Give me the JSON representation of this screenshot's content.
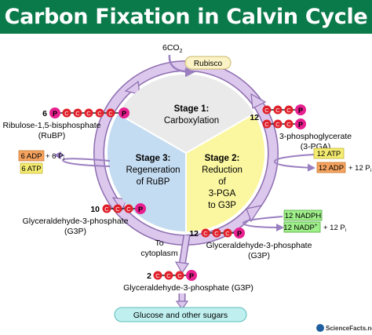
{
  "title": "Carbon Fixation in Calvin Cycle",
  "co2_label": "6CO",
  "co2_subscript": "2",
  "enzyme": "Rubisco",
  "stage1": {
    "heading": "Stage 1:",
    "line1": "Carboxylation"
  },
  "stage2": {
    "heading": "Stage 2:",
    "line1": "Reduction",
    "line2": "of",
    "line3": "3-PGA",
    "line4": "to G3P"
  },
  "stage3": {
    "heading": "Stage 3:",
    "line1": "Regeneration",
    "line2": "of RuBP"
  },
  "phosphate_letter": "P",
  "carbon_letter": "C",
  "rubp": {
    "count": "6",
    "line1": "Ribulose-1,5-bisphosphate",
    "line2": "(RuBP)"
  },
  "pga": {
    "count": "12",
    "line1": "3-phosphoglycerate",
    "line2": "(3-PGA)"
  },
  "atp_stage2": {
    "in_label": "12 ATP",
    "out_label": "12 ADP",
    "plus": "+ 12 P",
    "sub": "i"
  },
  "atp_stage3": {
    "out_label": "6 ADP",
    "plus": "+ 6 P",
    "sub": "i",
    "in_label": "6 ATP"
  },
  "nadph": {
    "in_label": "12 NADPH",
    "out_label": "12 NADP",
    "sup": "+",
    "plus": "+ 12 P",
    "sub": "i"
  },
  "g3p_right": {
    "count": "12",
    "line1": "Glyceraldehyde-3-phosphate",
    "line2": "(G3P)"
  },
  "g3p_left": {
    "count": "10",
    "line1": "Glyceraldehyde-3-phosphate",
    "line2": "(G3P)"
  },
  "cytoplasm": {
    "line1": "To",
    "line2": "cytoplasm"
  },
  "g3p_bottom": {
    "count": "2",
    "label": "Glyceraldehyde-3-phosphate (G3P)"
  },
  "glucose": "Glucose and other sugars",
  "brand": "ScienceFacts.net",
  "colors": {
    "title_bg": "#0b7a4b",
    "stage1": "#eaeaea",
    "stage2": "#fbf7a0",
    "stage3": "#c4dcf2",
    "cycle_arrow": "#dcc8ec",
    "phosphate": "#e8208f",
    "carbon": "#e0202a",
    "atp_badge": "#f4ec70",
    "adp_badge": "#f5a35f",
    "nadph_badge": "#9fef8a",
    "rubisco_badge": "#fbf3c5",
    "glucose_badge": "#bff0ef"
  }
}
